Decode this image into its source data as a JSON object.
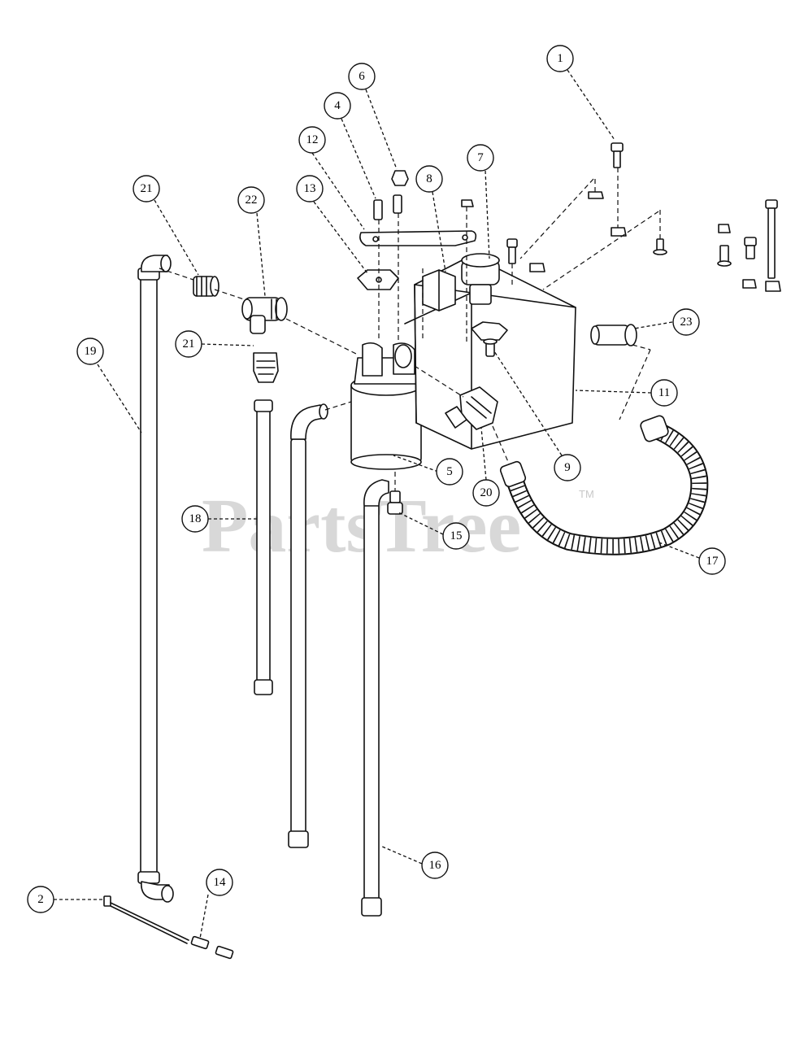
{
  "watermark": {
    "brand": "PartsTree",
    "trademark": "TM"
  },
  "callouts": [
    {
      "id": "c1",
      "label": "1"
    },
    {
      "id": "c2",
      "label": "2"
    },
    {
      "id": "c4",
      "label": "4"
    },
    {
      "id": "c5",
      "label": "5"
    },
    {
      "id": "c6",
      "label": "6"
    },
    {
      "id": "c7",
      "label": "7"
    },
    {
      "id": "c8",
      "label": "8"
    },
    {
      "id": "c9",
      "label": "9"
    },
    {
      "id": "c11",
      "label": "11"
    },
    {
      "id": "c12",
      "label": "12"
    },
    {
      "id": "c13",
      "label": "13"
    },
    {
      "id": "c14",
      "label": "14"
    },
    {
      "id": "c15",
      "label": "15"
    },
    {
      "id": "c16",
      "label": "16"
    },
    {
      "id": "c17",
      "label": "17"
    },
    {
      "id": "c18",
      "label": "18"
    },
    {
      "id": "c19",
      "label": "19"
    },
    {
      "id": "c20",
      "label": "20"
    },
    {
      "id": "c21a",
      "label": "21"
    },
    {
      "id": "c21b",
      "label": "21"
    },
    {
      "id": "c22",
      "label": "22"
    },
    {
      "id": "c23",
      "label": "23"
    }
  ]
}
